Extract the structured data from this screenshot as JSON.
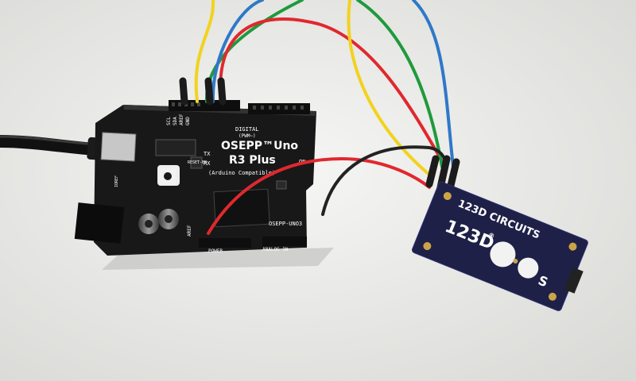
{
  "scene": {
    "background": "#e9e9e7",
    "board_color": "#1a1a1a",
    "sensor_board_color": "#1e2047",
    "wire_colors": {
      "yellow": "#f2d21e",
      "red": "#e0282e",
      "green": "#1f9a3c",
      "blue": "#2f78c8",
      "black": "#222222"
    }
  },
  "arduino": {
    "brand_line1": "OSEPP™Uno",
    "brand_line2": "R3 Plus",
    "compat": "(Arduino Compatible)",
    "digital_label": "DIGITAL",
    "pwm_label": "(PWM~)",
    "tx_label": "TX",
    "rx_label": "RX",
    "on_label": "ON",
    "reset_label": "RESET-EN",
    "model_label": "OSEPP-UNO3",
    "analog_label": "ANALOG IN",
    "power_label": "POWER",
    "aref_label": "AREF",
    "gnd_label": "GND",
    "scl_label": "SCL",
    "sda_label": "SDA",
    "ioref_label": "IOREF"
  },
  "sensor": {
    "title": "123D CIRCUITS",
    "logo": "123D",
    "logo_mark": "®",
    "letter": "S"
  }
}
